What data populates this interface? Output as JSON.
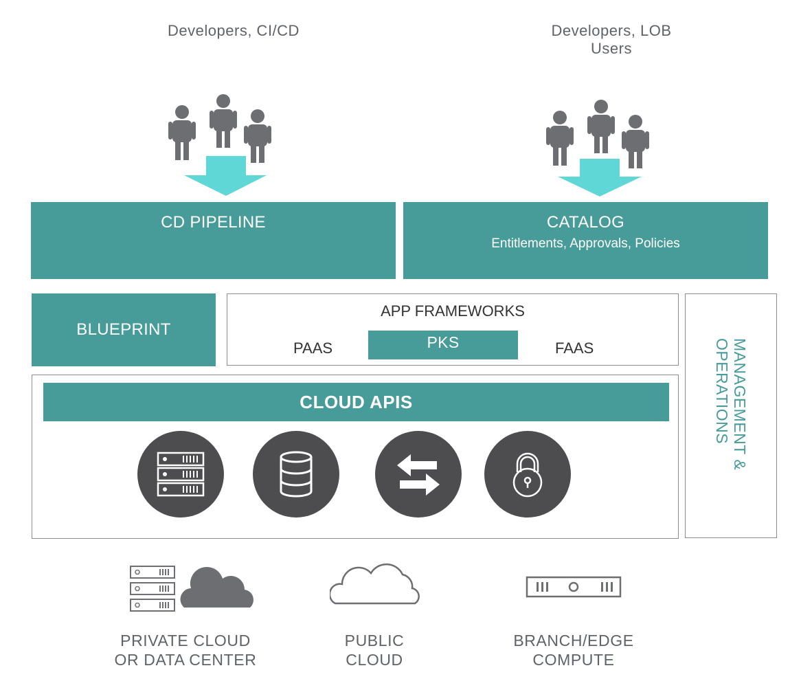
{
  "users": {
    "left_label": "Developers, CI/CD",
    "right_label_line1": "Developers, LOB",
    "right_label_line2": "Users"
  },
  "top": {
    "cd_pipeline": "CD PIPELINE",
    "catalog": "CATALOG",
    "catalog_sub": "Entitlements, Approvals, Policies"
  },
  "middle": {
    "blueprint": "BLUEPRINT",
    "app_frameworks": "APP FRAMEWORKS",
    "paas": "PAAS",
    "pks": "PKS",
    "faas": "FAAS",
    "management_line1": "MANAGEMENT &",
    "management_line2": "OPERATIONS"
  },
  "cloud": {
    "apis": "CLOUD APIS",
    "icons": [
      "server-stack-icon",
      "database-icon",
      "exchange-arrows-icon",
      "padlock-icon"
    ]
  },
  "bottom": {
    "private_line1": "PRIVATE CLOUD",
    "private_line2": "OR DATA CENTER",
    "public_line1": "PUBLIC",
    "public_line2": "CLOUD",
    "edge_line1": "BRANCH/EDGE",
    "edge_line2": "COMPUTE"
  },
  "colors": {
    "teal": "#479c99",
    "arrow": "#5fd7d6",
    "icon_dark": "#4d4d4f",
    "people": "#6d6e71"
  }
}
